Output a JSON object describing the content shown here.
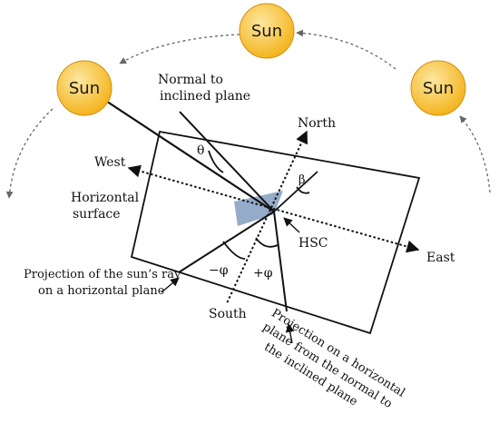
{
  "colors": {
    "line": "#111111",
    "sun_fill": "#f4b51f",
    "sun_highlight": "#fde7a0",
    "sun_edge": "#d18f10",
    "panel": "#8ea6c6",
    "arc": "#666666"
  },
  "icons": {
    "sun": "sun-icon",
    "panel": "solar-collector-icon"
  },
  "suns": [
    {
      "label": "Sun"
    },
    {
      "label": "Sun"
    },
    {
      "label": "Sun"
    }
  ],
  "labels": {
    "normal": [
      "Normal to",
      "inclined plane"
    ],
    "north": "North",
    "west": "West",
    "east": "East",
    "south": "South",
    "horizontal_surface": [
      "Horizontal",
      "surface"
    ],
    "hsc": "HSC",
    "theta": "θ",
    "beta": "β",
    "minus_phi": "−φ",
    "plus_phi": "+φ",
    "projection_sun": [
      "Projection of the sun’s ray",
      "on a horizontal plane"
    ],
    "projection_normal": [
      "Projection on a horizontal",
      "plane from the normal to",
      "the inclined plane"
    ]
  }
}
